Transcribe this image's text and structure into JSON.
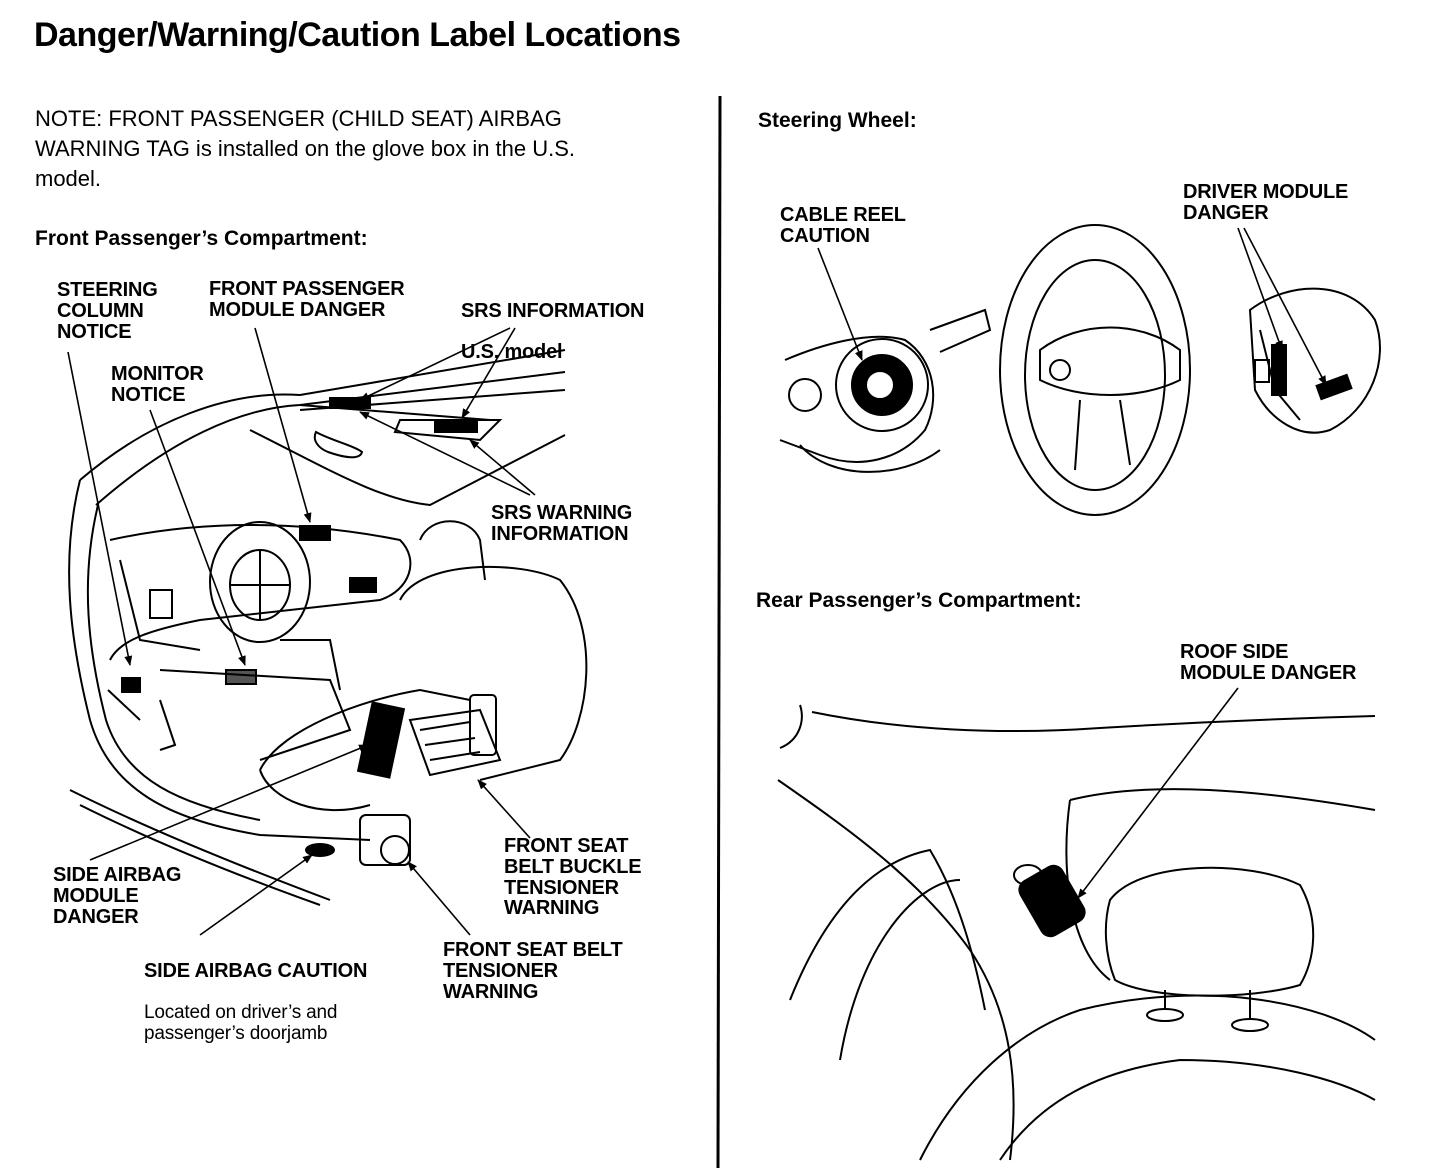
{
  "title": "Danger/Warning/Caution Label Locations",
  "note": "NOTE: FRONT PASSENGER (CHILD SEAT) AIRBAG\nWARNING TAG is installed on the glove box in the U.S.\nmodel.",
  "sections": {
    "front": "Front Passenger’s Compartment:",
    "steering": "Steering Wheel:",
    "rear": "Rear Passenger’s Compartment:"
  },
  "labels": {
    "steering_column": "STEERING\nCOLUMN\nNOTICE",
    "front_passenger_module": "FRONT PASSENGER\nMODULE DANGER",
    "srs_information_title": "SRS INFORMATION",
    "srs_information_sub": "U.S. model",
    "monitor_notice": "MONITOR\nNOTICE",
    "srs_warning": "SRS WARNING\nINFORMATION",
    "side_airbag_module": "SIDE AIRBAG\nMODULE\nDANGER",
    "side_airbag_caution_title": "SIDE AIRBAG CAUTION",
    "side_airbag_caution_sub": "Located on driver’s and\npassenger’s doorjamb",
    "buckle_tensioner": "FRONT SEAT\nBELT BUCKLE\nTENSIONER\nWARNING",
    "belt_tensioner": "FRONT SEAT BELT\nTENSIONER\nWARNING",
    "cable_reel": "CABLE REEL\nCAUTION",
    "driver_module": "DRIVER MODULE\nDANGER",
    "roof_side_module": "ROOF SIDE\nMODULE DANGER"
  }
}
